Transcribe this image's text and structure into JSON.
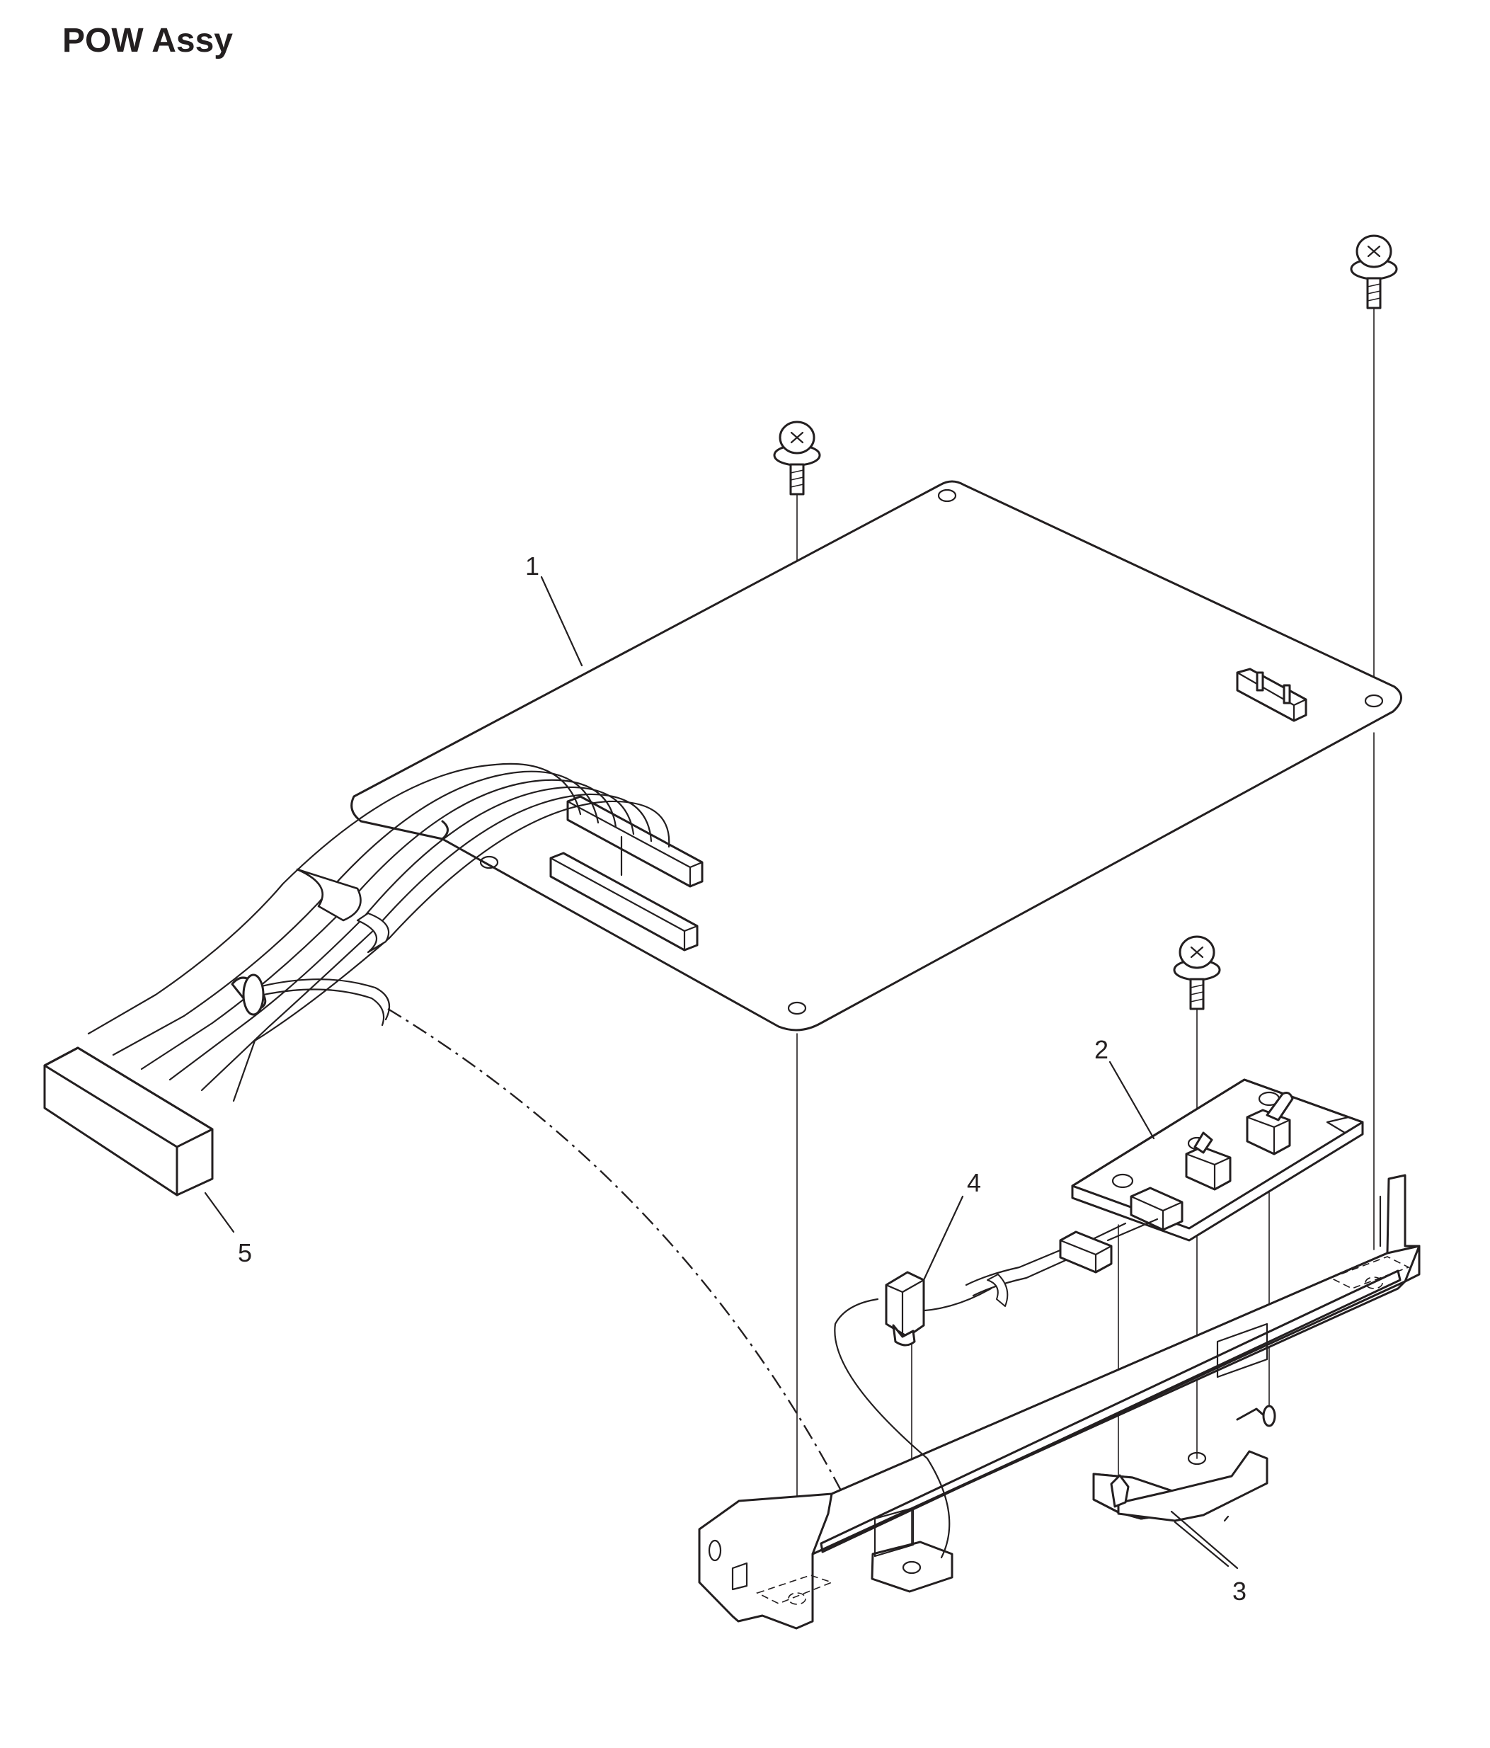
{
  "title": "POW Assy",
  "callouts": {
    "c1": "1",
    "c2": "2",
    "c3": "3",
    "c4": "4",
    "c5": "5"
  },
  "parts": {
    "c1": "power-supply-board",
    "c2": "small-circuit-board",
    "c3": "mounting-bracket",
    "c4": "cable-clamp",
    "c5": "harness-connector"
  },
  "colors": {
    "line": "#231f20",
    "background": "#ffffff"
  },
  "icons": [
    "screw-icon"
  ]
}
